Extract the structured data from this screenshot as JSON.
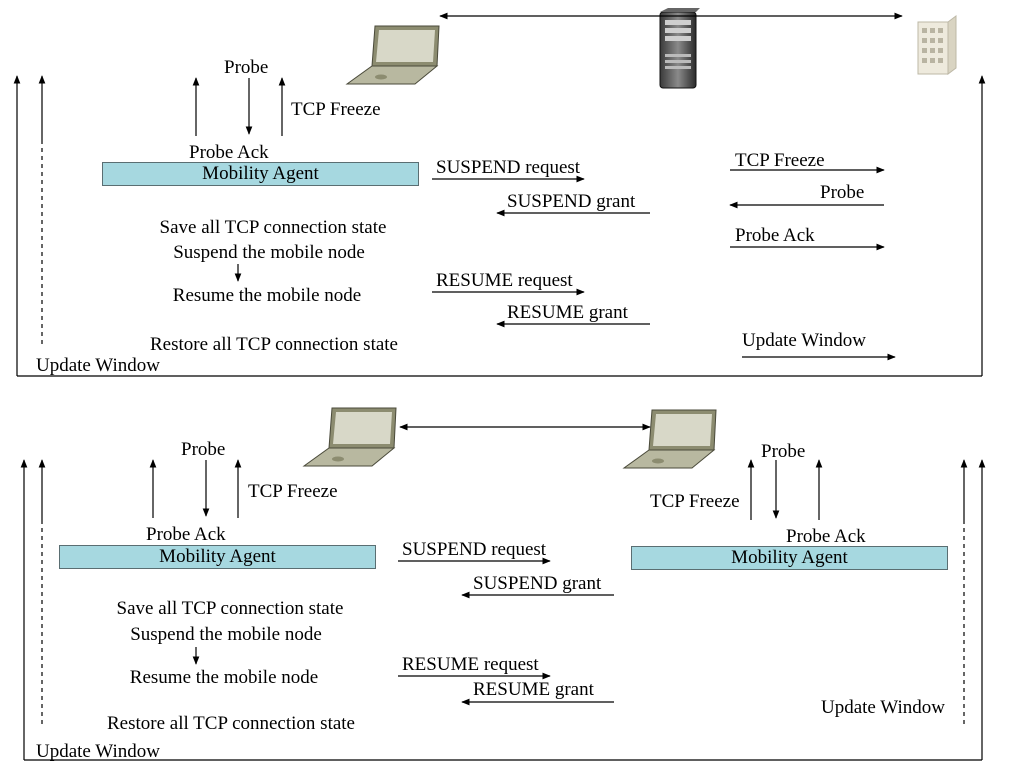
{
  "colors": {
    "agent_fill": "#a6d8e0",
    "line": "#000000"
  },
  "icons": [
    "laptop-icon",
    "server-icon",
    "building-icon"
  ],
  "top": {
    "probe": "Probe",
    "tcp_freeze": "TCP Freeze",
    "probe_ack": "Probe Ack",
    "agent": "Mobility Agent",
    "suspend_request": "SUSPEND request",
    "suspend_grant": "SUSPEND grant",
    "save_state": "Save all TCP connection state",
    "suspend_node": "Suspend the mobile node",
    "resume_node": "Resume the mobile node",
    "resume_request": "RESUME request",
    "resume_grant": "RESUME grant",
    "restore_state": "Restore all TCP connection state",
    "update_window_left": "Update Window",
    "right_tcp_freeze": "TCP Freeze",
    "right_probe": "Probe",
    "right_probe_ack": "Probe Ack",
    "right_update_window": "Update Window"
  },
  "bottom": {
    "probe": "Probe",
    "tcp_freeze": "TCP Freeze",
    "probe_ack": "Probe Ack",
    "agent_left": "Mobility Agent",
    "suspend_request": "SUSPEND request",
    "suspend_grant": "SUSPEND grant",
    "save_state": "Save all TCP connection state",
    "suspend_node": "Suspend the mobile node",
    "resume_node": "Resume the mobile node",
    "resume_request": "RESUME request",
    "resume_grant": "RESUME grant",
    "restore_state": "Restore all TCP connection state",
    "update_window_left": "Update Window",
    "right_probe": "Probe",
    "right_tcp_freeze": "TCP Freeze",
    "right_probe_ack": "Probe Ack",
    "agent_right": "Mobility Agent",
    "right_update_window": "Update Window"
  }
}
